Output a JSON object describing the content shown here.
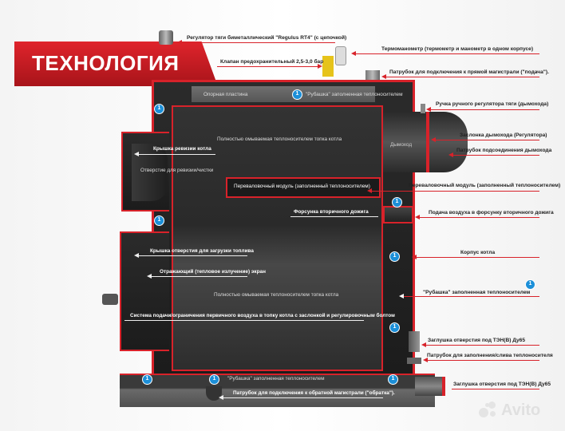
{
  "title": "ТЕХНОЛОГИЯ",
  "badge_text": "1",
  "colors": {
    "accent_red": "#d8222a",
    "badge_blue": "#1c8fd8",
    "body_dark": "#222222"
  },
  "labels": {
    "regulator": "Регулятор тяги биметаллический \"Regulus RT4\" (с цепочкой)",
    "thermomanometer": "Термоманометр (термометр и манометр в одном корпусе)",
    "valve": "Клапан предохранительный 2,5-3,0 бар",
    "supply_pipe": "Патрубок для подключения  к прямой магистрали (\"подача\").",
    "support_plate": "Опорная пластина",
    "jacket_top": "\"Рубашка\" заполненная теплоносителем",
    "draft_handle": "Ручка ручного регулятора тяги (дымохода)",
    "firebox_top": "Полностью омываемая теплоносителем топка котла",
    "damper": "Заслонка дымохода (Регулятора)",
    "chimney": "Дымоход",
    "inspection_cover": "Крышка ревизии котла",
    "chimney_pipe": "Патрубок подсоединения дымохода",
    "inspection_hole": "Отверстие для ревизии/чистки",
    "module_inner": "Переваловочный модуль (заполненный теплоносителем)",
    "module_right": "Переваловочный модуль (заполненный теплоносителем)",
    "nozzle": "Форсунка вторичного дожига",
    "nozzle_air": "Подача воздуха в форсунку вторичного дожига",
    "load_cover": "Крышка отверстия для загрузки топлива",
    "body": "Корпус котла",
    "screen": "Отражающий (тепловое излучение) экран",
    "jacket_right": "\"Рубашка\" заполненная теплоносителем",
    "firebox_bottom": "Полностью омываемая теплоносителем топка котла",
    "primary_air": "Система подачи/ограничения первичного воздуха в топку котла с заслонкой и регулировочным болтом",
    "plug1": "Заглушка отверстия под ТЭН(В) Ду65",
    "fill_pipe": "Патрубок для заполнения/слива теплоносителя",
    "jacket_bottom": "\"Рубашка\" заполненная теплоносителем",
    "plug2": "Заглушка отверстия под ТЭН(В) Ду65",
    "return_pipe": "Патрубок для подключения  к обратной магистрали (\"обратка\")."
  },
  "watermark": "Avito"
}
